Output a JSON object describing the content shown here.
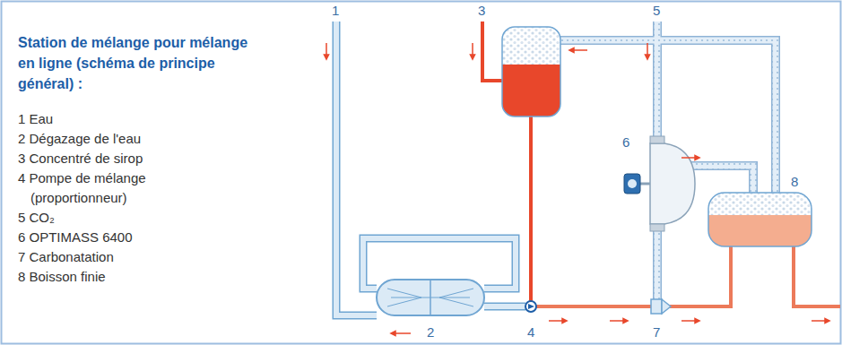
{
  "diagram": {
    "title": "Station de mélange pour mélange en ligne (schéma de principe général) :",
    "labels": [
      "1 Eau",
      "2 Dégazage de l'eau",
      "3 Concentré de sirop",
      "4 Pompe de mélange (proportionneur)",
      "5 CO₂",
      "6 OPTIMASS 6400",
      "7 Carbonatation",
      "8 Boisson finie",
      "1",
      "3",
      "5",
      "6",
      "8",
      "2",
      "4",
      "7"
    ]
  }
}
